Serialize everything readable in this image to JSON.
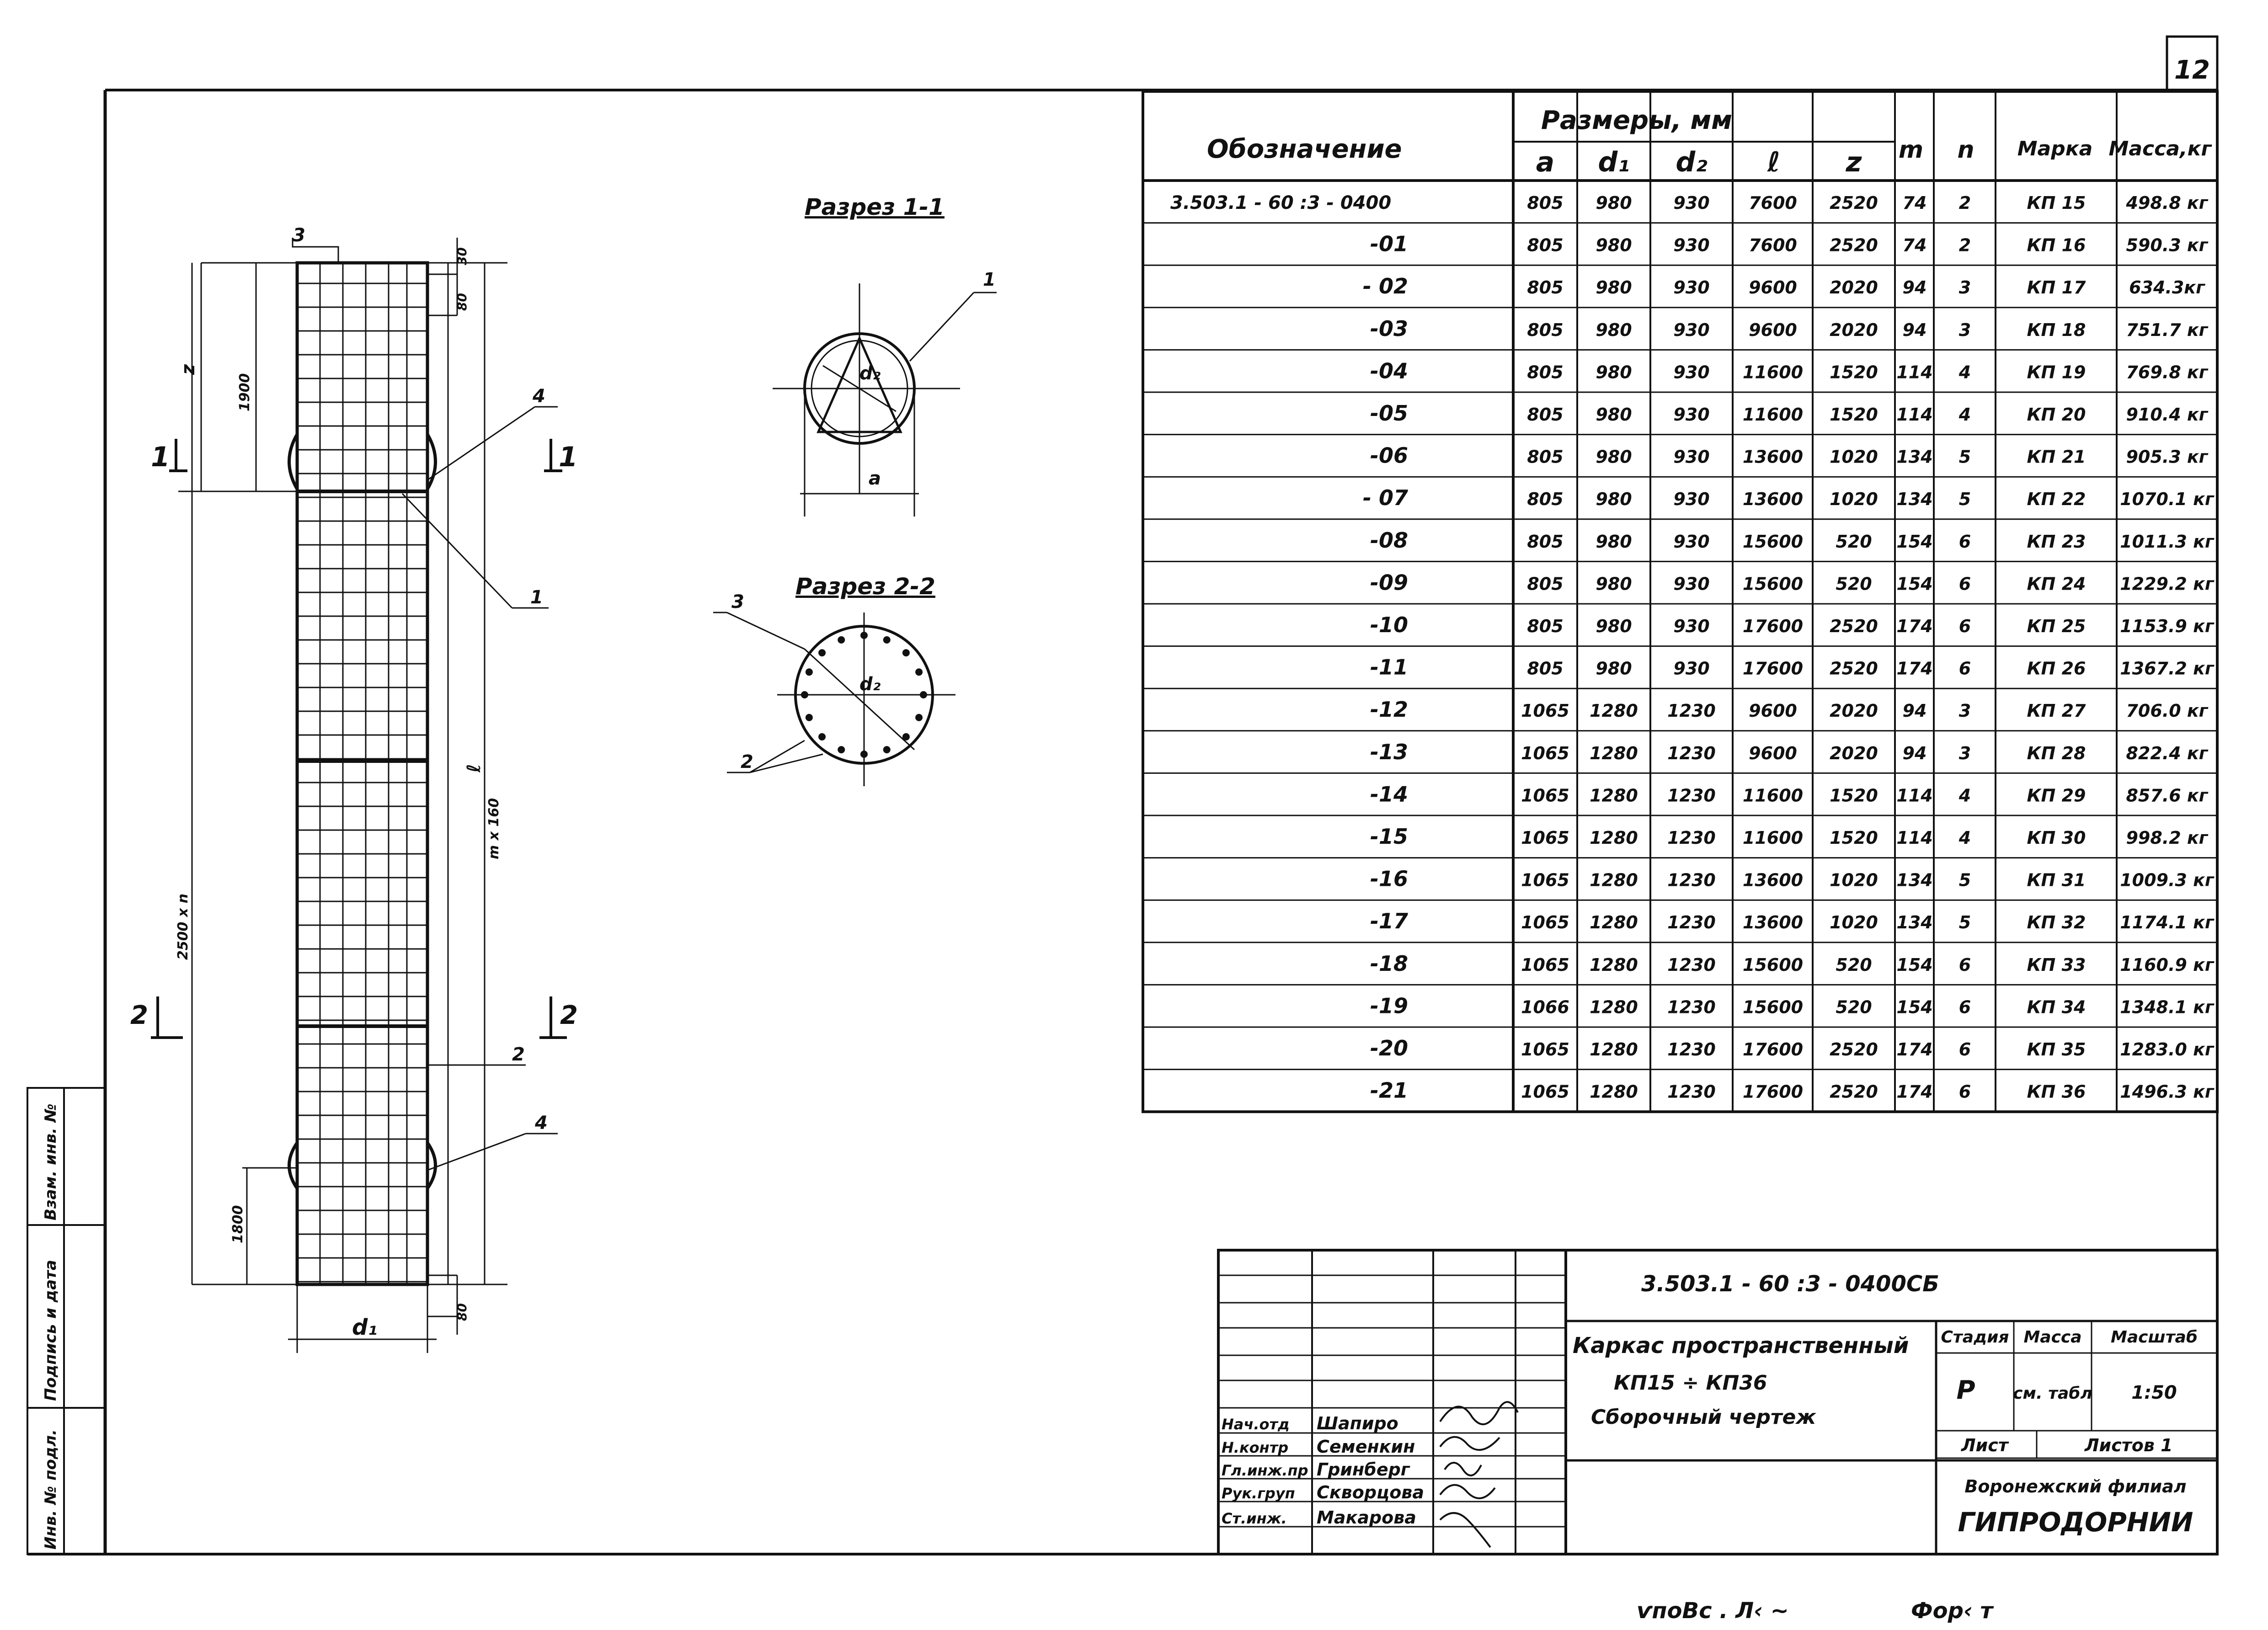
{
  "sheet": {
    "page_number": "12",
    "footer_left": "ѵпоВс . Л‹ ~",
    "footer_right": "Фор‹ т"
  },
  "side_stamp": {
    "labels": [
      "Взам. инв. №",
      "Подпись и дата",
      "Инв. № подл."
    ]
  },
  "drawing": {
    "section1_title": "Разрез 1-1",
    "section2_title": "Разрез 2-2",
    "labels": {
      "dim_z": "z",
      "dim_1900": "1900",
      "dim_l": "ℓ",
      "dim_m160": "m x 160",
      "dim_2500n": "2500 x n",
      "dim_1800": "1800",
      "dim_d1": "d₁",
      "dim_30": "30",
      "dim_80": "80",
      "dim_80b": "80",
      "sec_a": "a",
      "sec_d2": "d₂",
      "sec_d2b": "d₂",
      "cut1_left": "1",
      "cut1_right": "1",
      "cut2_left": "2",
      "cut2_right": "2",
      "call_1": "1",
      "call_2": "2",
      "call_3": "3",
      "call_4a": "4",
      "call_4b": "4",
      "call_s1_1": "1",
      "call_s2_3": "3",
      "call_s2_2": "2"
    }
  },
  "table": {
    "headers": {
      "designation": "Обозначение",
      "sizes": "Размеры, мм",
      "a": "a",
      "d1": "d₁",
      "d2": "d₂",
      "l": "ℓ",
      "z": "z",
      "m": "m",
      "n": "n",
      "mark": "Марка",
      "mass": "Масса,кг"
    },
    "rows": [
      [
        "3.503.1 - 60 :3 - 0400",
        "805",
        "980",
        "930",
        "7600",
        "2520",
        "74",
        "2",
        "КП 15",
        "498.8 кг"
      ],
      [
        "-01",
        "805",
        "980",
        "930",
        "7600",
        "2520",
        "74",
        "2",
        "КП 16",
        "590.3 кг"
      ],
      [
        "- 02",
        "805",
        "980",
        "930",
        "9600",
        "2020",
        "94",
        "3",
        "КП 17",
        "634.3кг"
      ],
      [
        "-03",
        "805",
        "980",
        "930",
        "9600",
        "2020",
        "94",
        "3",
        "КП 18",
        "751.7 кг"
      ],
      [
        "-04",
        "805",
        "980",
        "930",
        "11600",
        "1520",
        "114",
        "4",
        "КП 19",
        "769.8 кг"
      ],
      [
        "-05",
        "805",
        "980",
        "930",
        "11600",
        "1520",
        "114",
        "4",
        "КП 20",
        "910.4 кг"
      ],
      [
        "-06",
        "805",
        "980",
        "930",
        "13600",
        "1020",
        "134",
        "5",
        "КП 21",
        "905.3 кг"
      ],
      [
        "- 07",
        "805",
        "980",
        "930",
        "13600",
        "1020",
        "134",
        "5",
        "КП 22",
        "1070.1 кг"
      ],
      [
        "-08",
        "805",
        "980",
        "930",
        "15600",
        "520",
        "154",
        "6",
        "КП 23",
        "1011.3 кг"
      ],
      [
        "-09",
        "805",
        "980",
        "930",
        "15600",
        "520",
        "154",
        "6",
        "КП 24",
        "1229.2 кг"
      ],
      [
        "-10",
        "805",
        "980",
        "930",
        "17600",
        "2520",
        "174",
        "6",
        "КП 25",
        "1153.9 кг"
      ],
      [
        "-11",
        "805",
        "980",
        "930",
        "17600",
        "2520",
        "174",
        "6",
        "КП 26",
        "1367.2 кг"
      ],
      [
        "-12",
        "1065",
        "1280",
        "1230",
        "9600",
        "2020",
        "94",
        "3",
        "КП 27",
        "706.0 кг"
      ],
      [
        "-13",
        "1065",
        "1280",
        "1230",
        "9600",
        "2020",
        "94",
        "3",
        "КП 28",
        "822.4 кг"
      ],
      [
        "-14",
        "1065",
        "1280",
        "1230",
        "11600",
        "1520",
        "114",
        "4",
        "КП 29",
        "857.6 кг"
      ],
      [
        "-15",
        "1065",
        "1280",
        "1230",
        "11600",
        "1520",
        "114",
        "4",
        "КП 30",
        "998.2 кг"
      ],
      [
        "-16",
        "1065",
        "1280",
        "1230",
        "13600",
        "1020",
        "134",
        "5",
        "КП 31",
        "1009.3 кг"
      ],
      [
        "-17",
        "1065",
        "1280",
        "1230",
        "13600",
        "1020",
        "134",
        "5",
        "КП 32",
        "1174.1 кг"
      ],
      [
        "-18",
        "1065",
        "1280",
        "1230",
        "15600",
        "520",
        "154",
        "6",
        "КП 33",
        "1160.9 кг"
      ],
      [
        "-19",
        "1066",
        "1280",
        "1230",
        "15600",
        "520",
        "154",
        "6",
        "КП 34",
        "1348.1 кг"
      ],
      [
        "-20",
        "1065",
        "1280",
        "1230",
        "17600",
        "2520",
        "174",
        "6",
        "КП 35",
        "1283.0 кг"
      ],
      [
        "-21",
        "1065",
        "1280",
        "1230",
        "17600",
        "2520",
        "174",
        "6",
        "КП 36",
        "1496.3 кг"
      ]
    ]
  },
  "title_block": {
    "doc_code": "3.503.1 - 60 :3 - 0400СБ",
    "title_line1": "Каркас пространственный",
    "title_line2": "КП15 ÷ КП36",
    "title_line3": "Сборочный чертеж",
    "stage_label": "Стадия",
    "mass_label": "Масса",
    "scale_label": "Масштаб",
    "stage_value": "Р",
    "mass_value": "см. табл",
    "scale_value": "1:50",
    "sheet_label": "Лист",
    "sheets_label": "Листов 1",
    "org_line1": "Воронежский филиал",
    "org_line2": "ГИПРОДОРНИИ",
    "staff": [
      {
        "role": "Нач.отд",
        "name": "Шапиро"
      },
      {
        "role": "Н.контр",
        "name": "Семенкин"
      },
      {
        "role": "Гл.инж.пр",
        "name": "Гринберг"
      },
      {
        "role": "Рук.груп",
        "name": "Скворцова"
      },
      {
        "role": "Ст.инж.",
        "name": "Макарова"
      }
    ]
  }
}
